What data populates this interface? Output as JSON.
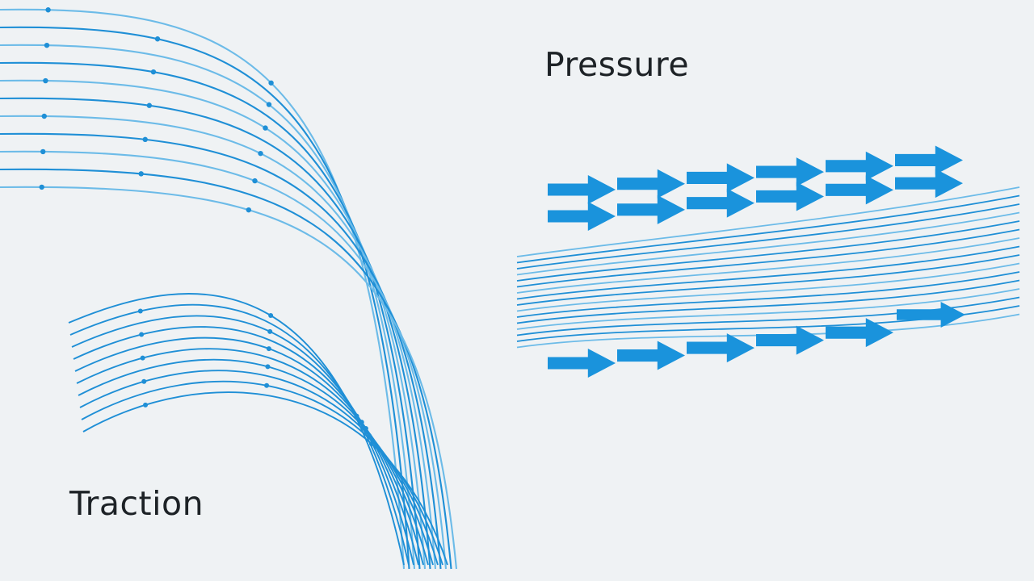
{
  "labels": {
    "pressure": "Pressure",
    "traction": "Traction"
  },
  "colors": {
    "background": "#eff2f4",
    "streamline": "#1f8fd6",
    "streamline_light": "#6cbbe8",
    "arrow": "#1a93dc",
    "text": "#1d2226"
  },
  "panels": [
    {
      "id": "traction",
      "label_key": "labels.traction",
      "description_icon": "flow-streamlines-icon"
    },
    {
      "id": "pressure",
      "label_key": "labels.pressure",
      "description_icon": "arrow-icon"
    }
  ]
}
